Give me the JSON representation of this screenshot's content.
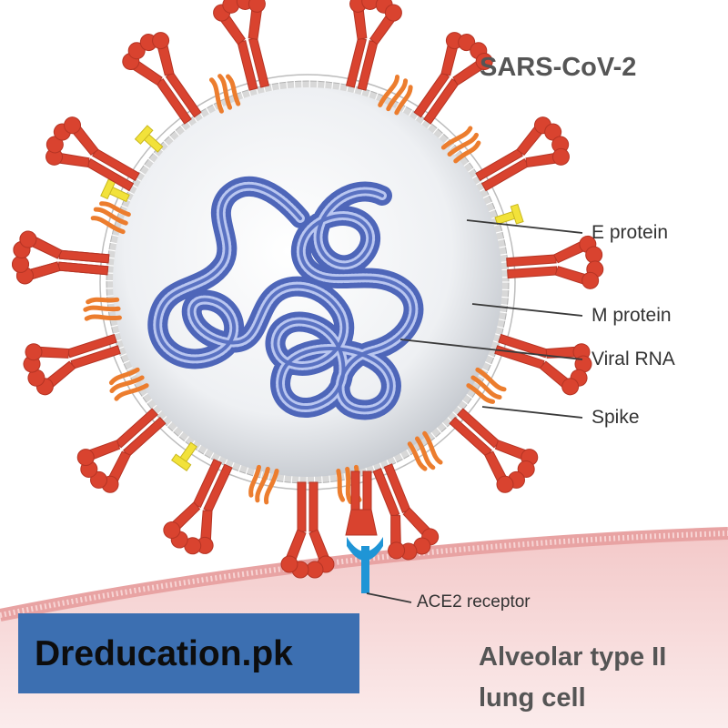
{
  "title": "SARS-CoV-2",
  "labels": {
    "e_protein": "E protein",
    "m_protein": "M protein",
    "viral_rna": "Viral RNA",
    "spike": "Spike",
    "ace2": "ACE2 receptor"
  },
  "cell_label": [
    "Alveolar type II",
    "lung cell"
  ],
  "watermark": "Dreducation.pk",
  "colors": {
    "spike": "#d9432f",
    "m_protein": "#ec7d2e",
    "e_protein": "#f2e23a",
    "rna": "#5a72c2",
    "ace2": "#1f95d6",
    "membrane": "#c6c6c6",
    "cell": "#f6dcdc"
  }
}
